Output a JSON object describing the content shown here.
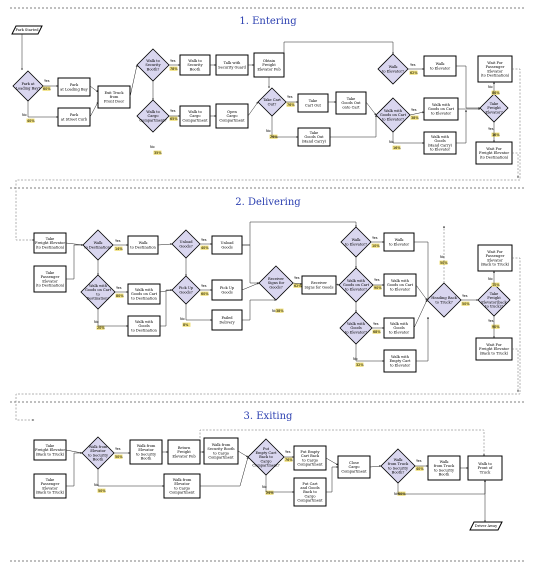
{
  "sections": {
    "s1": "1.  Entering",
    "s2": "2.  Delivering",
    "s3": "3.  Exiting"
  },
  "labels": {
    "yes": "Yes",
    "no": "No"
  },
  "start": "Park Started",
  "end": "Driver Away",
  "entering": {
    "d_park": "Park at\nLoading Bay?",
    "park_loading": "Park\nat Loading Bay",
    "park_street": "Park\nat Street Curb",
    "exit_truck": "Exit Truck\nfrom\nFront Door",
    "d_sec": "Walk to\nSecurity\nBooth?",
    "walk_sec": "Walk to\nSecurity\nBooth",
    "talk_guard": "Talk with\nSecurity Guard",
    "obtain_fob": "Obtain\nFreight\nElevator Fob",
    "d_cargo": "Walk to\nCargo\nCompartment?",
    "walk_cargo": "Walk to\nCargo\nCompartment",
    "open_cargo": "Open\nCargo\nCompartment",
    "d_cart": "Take Cart\nOut?",
    "take_cart": "Take\nCart Out",
    "take_goods_cart": "Take\nGoods Out\nonto Cart",
    "take_goods_hand": "Take\nGoods Out\n(Hand Carry)",
    "d_elev": "Walk\nto Elevator?",
    "walk_elev": "Walk\nto Elevator",
    "d_goods_cart": "Walk with\nGoods on Cart\nto Elevator?",
    "walk_goods_cart": "Walk with\nGoods on Cart\nto Elevator",
    "walk_goods_hand": "Walk with\nGoods\n(Hand Carry)\nto Elevator",
    "wait_pass": "Wait For\nPassenger\nElevator\n(to Destination)",
    "d_freight": "Take\nFreight\nElevator?",
    "wait_freight": "Wait For\nFreight Elevator\n(to Destination)",
    "pcts": [
      "60%",
      "40%",
      "78%",
      "65%",
      "35%",
      "76%",
      "24%",
      "62%",
      "38%",
      "16%",
      "84%",
      "16%",
      "72%",
      "28%",
      "50%",
      "50%"
    ]
  },
  "delivering": {
    "take_freight": "Take\nFreight Elevator\n(to Destination)",
    "take_pass": "Take\nPassenger\nElevator\n(to Destination)",
    "d_dest": "Walk\nto Destination?",
    "walk_dest": "Walk\nto Destination",
    "d_goods_dest": "Walk with\nGoods on Cart\nto\nDestination?",
    "walk_goods_dest": "Walk with\nGoods on Cart\nto Destination",
    "walk_goods": "Walk with\nGoods\nto Destination",
    "d_unload": "Unload\nGoods?",
    "unload": "Unload\nGoods",
    "d_pickup": "Pick Up\nGoods?",
    "pickup": "Pick Up\nGoods",
    "failed": "Failed\nDelivery",
    "d_receiver": "Receiver\nSigns for\nGoods?",
    "receiver": "Receiver\nSigns for Goods",
    "d_to_elev": "Walk\nto Elevator?",
    "to_elev": "Walk\nto Elevator",
    "d_cart_elev": "Walk with\nGoods on Cart\nto Elevator?",
    "cart_elev": "Walk with\nGoods on Cart\nto Elevator",
    "d_goods_elev": "Walk with\nGoods\nto Elevator?",
    "goods_elev": "Walk with\nGoods\nto Elevator",
    "empty_cart_elev": "Walk with\nEmpty Cart\nto Elevator",
    "d_heading": "Heading Back\nto Truck?",
    "wait_pass_back": "Wait For\nPassenger\nElevator\n(Back to Truck)",
    "d_freight_back": "Take\nFreight\nElevator(back\nto truck)?",
    "wait_freight_back": "Wait For\nFreight Elevator\n(Back to Truck)",
    "pcts": [
      "14%",
      "86%",
      "80%",
      "20%",
      "40%",
      "60%",
      "8%",
      "92%",
      "62%",
      "38%",
      "10%",
      "60%",
      "90%",
      "40%",
      "68%",
      "32%",
      "50%",
      "50%",
      "10%",
      "90%"
    ]
  },
  "exiting": {
    "take_freight_back": "Take\nFreight Elevator\n(Back to Truck)",
    "take_pass_back": "Take\nPassenger\nElevator\n(Back to Truck)",
    "d_from_elev": "Walk from\nElevator\nto Security\nBooth",
    "walk_elev_sec": "Walk from\nElevator\nto Security\nBooth",
    "walk_elev_cargo": "Walk with\nGoods on Cart\nto Cargo\nCompartment",
    "return_fob": "Return\nFreight\nElevator Fob",
    "walk_sec_cargo": "Walk from\nSecurity Booth\nto Cargo\nCompartment",
    "walk_elev_cargo2": "Walk from\nElevator\nto Cargo\nCompartment",
    "d_empty_cart": "Put\nEmpty Cart\nBack to\nCargo\nCompartment?",
    "put_empty": "Put Empty\nCart Back\nto Cargo\nCompartment",
    "put_cart_goods": "Put Cart\nand Goods\nBack to\nCargo\nCompartment",
    "close_cargo": "Close\nCargo\nCompartment",
    "d_truck_sec": "Walk\nfrom Truck\nto Security\nBooth?",
    "walk_truck_sec": "Walk\nfrom Truck\nto Security\nBooth",
    "walk_front": "Walk to\nFront of\nTruck",
    "pcts": [
      "50%",
      "50%",
      "76%",
      "24%",
      "40%",
      "60%"
    ]
  }
}
